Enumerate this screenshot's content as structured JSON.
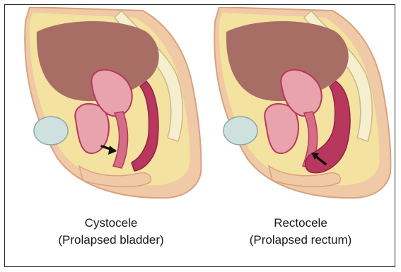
{
  "figures": [
    {
      "id": "cystocele",
      "title": "Cystocele",
      "subtitle": "(Prolapsed bladder)",
      "arrow_icon": "arrow-right-icon"
    },
    {
      "id": "rectocele",
      "title": "Rectocele",
      "subtitle": "(Prolapsed rectum)",
      "arrow_icon": "arrow-up-left-icon"
    }
  ],
  "colors": {
    "skin": "#f0c9a6",
    "skin_shadow": "#d9a27f",
    "fat": "#f4e2a0",
    "abdominal_cavity": "#a86e66",
    "organ_pink": "#e8a3ad",
    "organ_dark": "#b8375c",
    "bone": "#f6efcf",
    "bladder_blue": "#cfe1df",
    "outline": "#6b3b2e",
    "arrow": "#111111"
  }
}
